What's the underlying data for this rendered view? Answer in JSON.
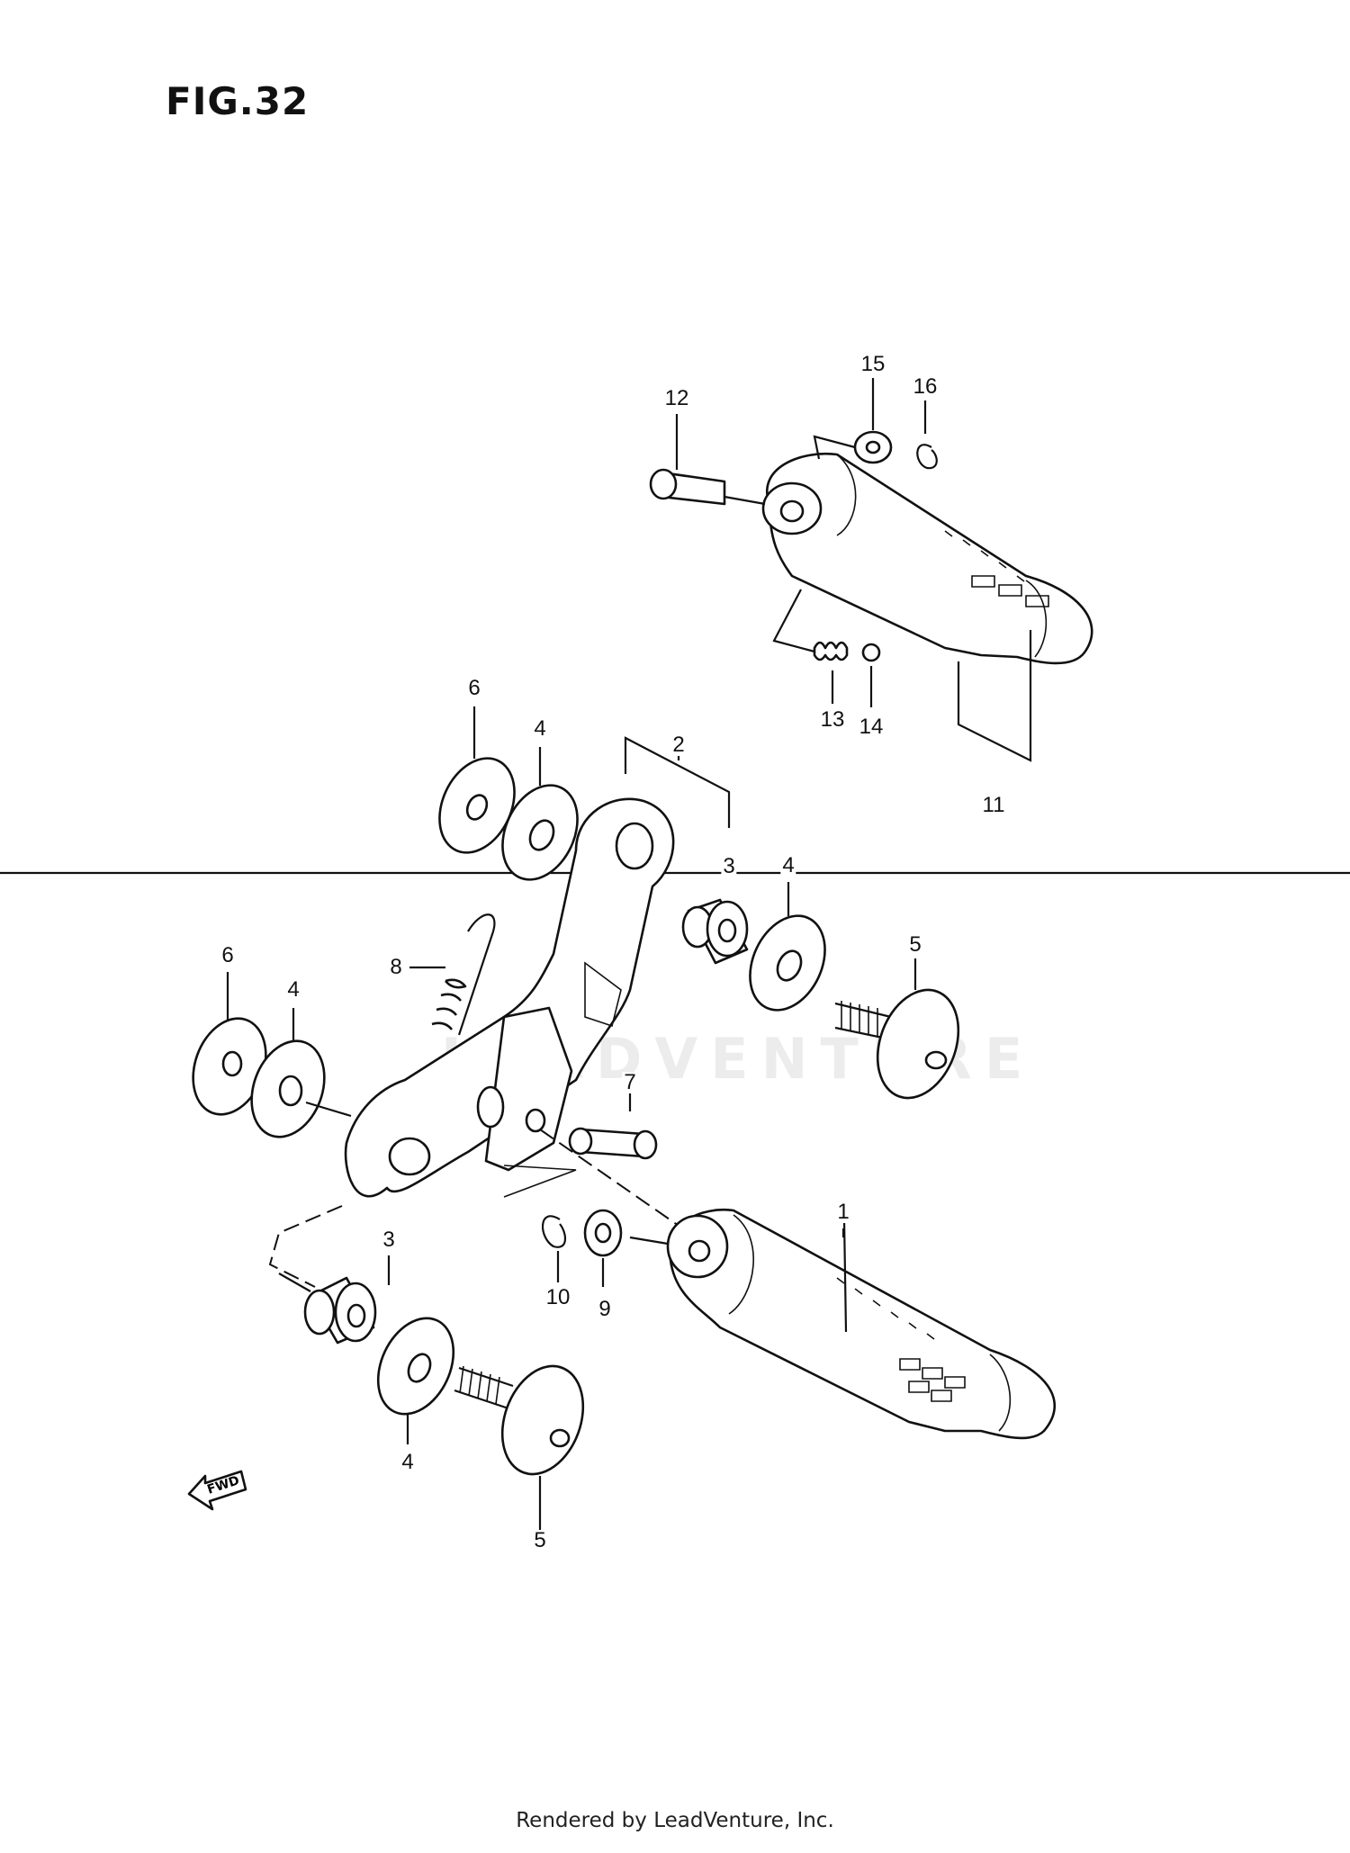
{
  "figure": {
    "title": "FIG.32"
  },
  "watermark": "LEADVENTURE",
  "fwd_label": "FWD",
  "callouts": [
    {
      "id": "c15",
      "text": "15"
    },
    {
      "id": "c16",
      "text": "16"
    },
    {
      "id": "c12",
      "text": "12"
    },
    {
      "id": "c13",
      "text": "13"
    },
    {
      "id": "c14",
      "text": "14"
    },
    {
      "id": "c11",
      "text": "11"
    },
    {
      "id": "c6a",
      "text": "6"
    },
    {
      "id": "c4a",
      "text": "4"
    },
    {
      "id": "c2",
      "text": "2"
    },
    {
      "id": "c3a",
      "text": "3"
    },
    {
      "id": "c4b",
      "text": "4"
    },
    {
      "id": "c5a",
      "text": "5"
    },
    {
      "id": "c8",
      "text": "8"
    },
    {
      "id": "c6b",
      "text": "6"
    },
    {
      "id": "c4c",
      "text": "4"
    },
    {
      "id": "c7",
      "text": "7"
    },
    {
      "id": "c1",
      "text": "1"
    },
    {
      "id": "c10",
      "text": "10"
    },
    {
      "id": "c9",
      "text": "9"
    },
    {
      "id": "c3b",
      "text": "3"
    },
    {
      "id": "c4d",
      "text": "4"
    },
    {
      "id": "c5b",
      "text": "5"
    }
  ],
  "footer": "Rendered by LeadVenture, Inc."
}
